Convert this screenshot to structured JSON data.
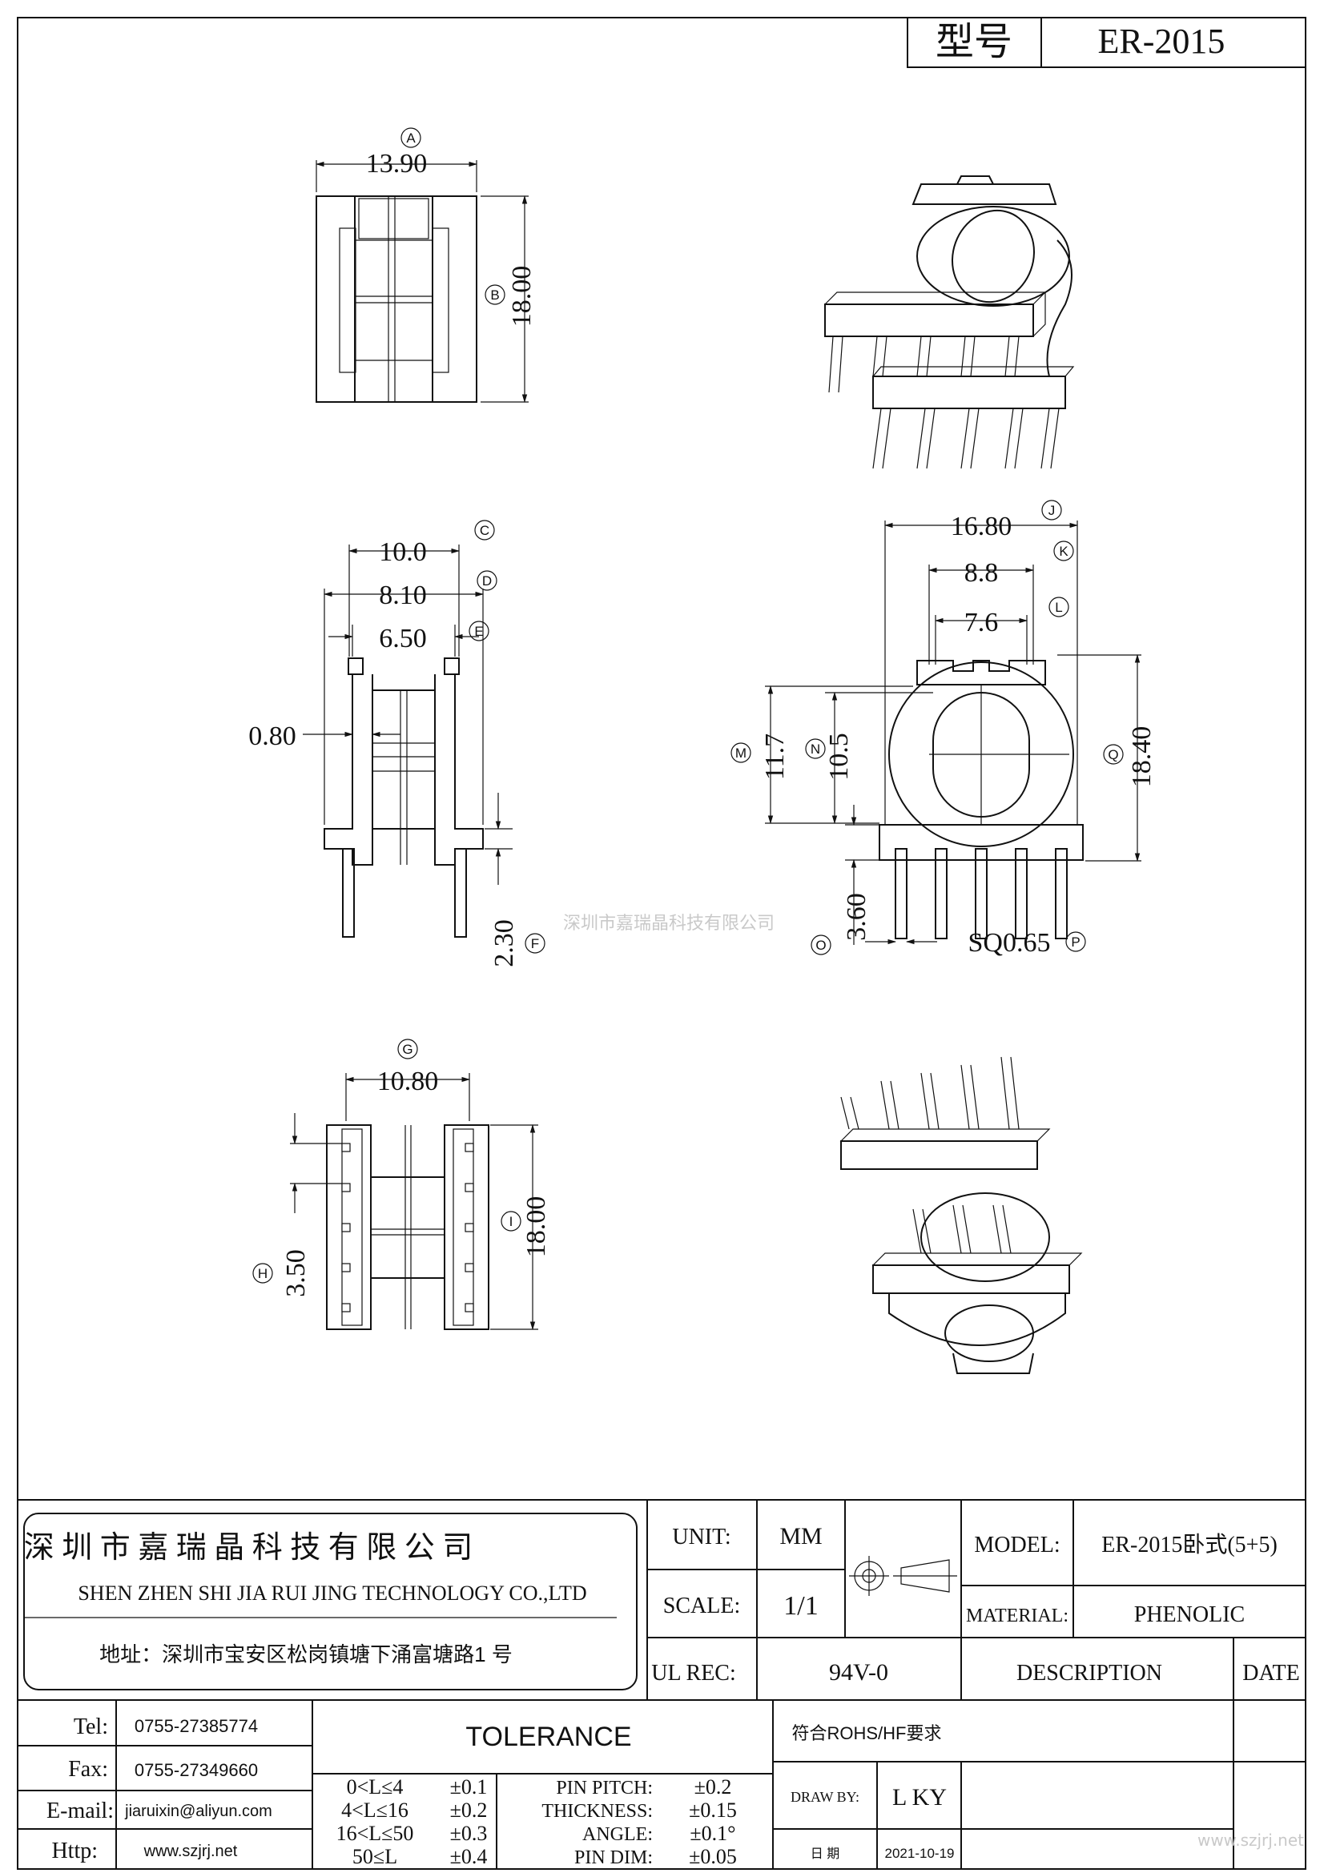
{
  "header": {
    "model_label": "型号",
    "model_value": "ER-2015"
  },
  "dimensions": {
    "A": {
      "circle": "A",
      "value": "13.90"
    },
    "B": {
      "circle": "B",
      "value": "18.00"
    },
    "C": {
      "circle": "C",
      "value": "10.0"
    },
    "D": {
      "circle": "D",
      "value": "8.10"
    },
    "E": {
      "circle": "E",
      "value": "6.50"
    },
    "wall": {
      "value": "0.80"
    },
    "F": {
      "circle": "F",
      "value": "2.30"
    },
    "G": {
      "circle": "G",
      "value": "10.80"
    },
    "H": {
      "circle": "H",
      "value": "3.50"
    },
    "I": {
      "circle": "I",
      "value": "18.00"
    },
    "J": {
      "circle": "J",
      "value": "16.80"
    },
    "K": {
      "circle": "K",
      "value": "8.8"
    },
    "L": {
      "circle": "L",
      "value": "7.6"
    },
    "M": {
      "circle": "M",
      "value": "11.7"
    },
    "N": {
      "circle": "N",
      "value": "10.5"
    },
    "O": {
      "circle": "O",
      "value": "3.60"
    },
    "P": {
      "circle": "P",
      "value": "SQ0.65"
    },
    "Q": {
      "circle": "Q",
      "value": "18.40"
    }
  },
  "watermark": "深圳市嘉瑞晶科技有限公司",
  "watermark_corner": "www.szjrj.net",
  "title_block": {
    "company_cn": "深 圳 市 嘉 瑞 晶 科 技 有 限 公 司",
    "company_en": "SHEN ZHEN SHI   JIA RUI JING   TECHNOLOGY CO.,LTD",
    "address": "地址：深圳市宝安区松岗镇塘下涌富塘路1 号",
    "unit_label": "UNIT:",
    "unit_value": "MM",
    "scale_label": "SCALE:",
    "scale_value": "1/1",
    "ul_label": "UL REC:",
    "ul_value": "94V-0",
    "model_label": "MODEL:",
    "model_value": "ER-2015卧式(5+5)",
    "material_label": "MATERIAL:",
    "material_value": "PHENOLIC",
    "description_label": "DESCRIPTION",
    "date_label": "DATE",
    "contacts": [
      {
        "label": "Tel:",
        "value": "0755-27385774"
      },
      {
        "label": "Fax:",
        "value": "0755-27349660"
      },
      {
        "label": "E-mail:",
        "value": "jiaruixin@aliyun.com"
      },
      {
        "label": "Http:",
        "value": "www.szjrj.net"
      }
    ],
    "tolerance_label": "TOLERANCE",
    "tolerance_rows": [
      {
        "range": "0<L≤4",
        "tol": "±0.1",
        "name": "PIN PITCH:",
        "val": "±0.2"
      },
      {
        "range": "4<L≤16",
        "tol": "±0.2",
        "name": "THICKNESS:",
        "val": "±0.15"
      },
      {
        "range": "16<L≤50",
        "tol": "±0.3",
        "name": "ANGLE:",
        "val": "±0.1°"
      },
      {
        "range": "50≤L",
        "tol": "±0.4",
        "name": "PIN DIM:",
        "val": "±0.05"
      }
    ],
    "rohs": "符合ROHS/HF要求",
    "draw_by_label": "DRAW BY:",
    "draw_by_value": "L KY",
    "date_cn_label": "日 期",
    "date_value": "2021-10-19"
  }
}
